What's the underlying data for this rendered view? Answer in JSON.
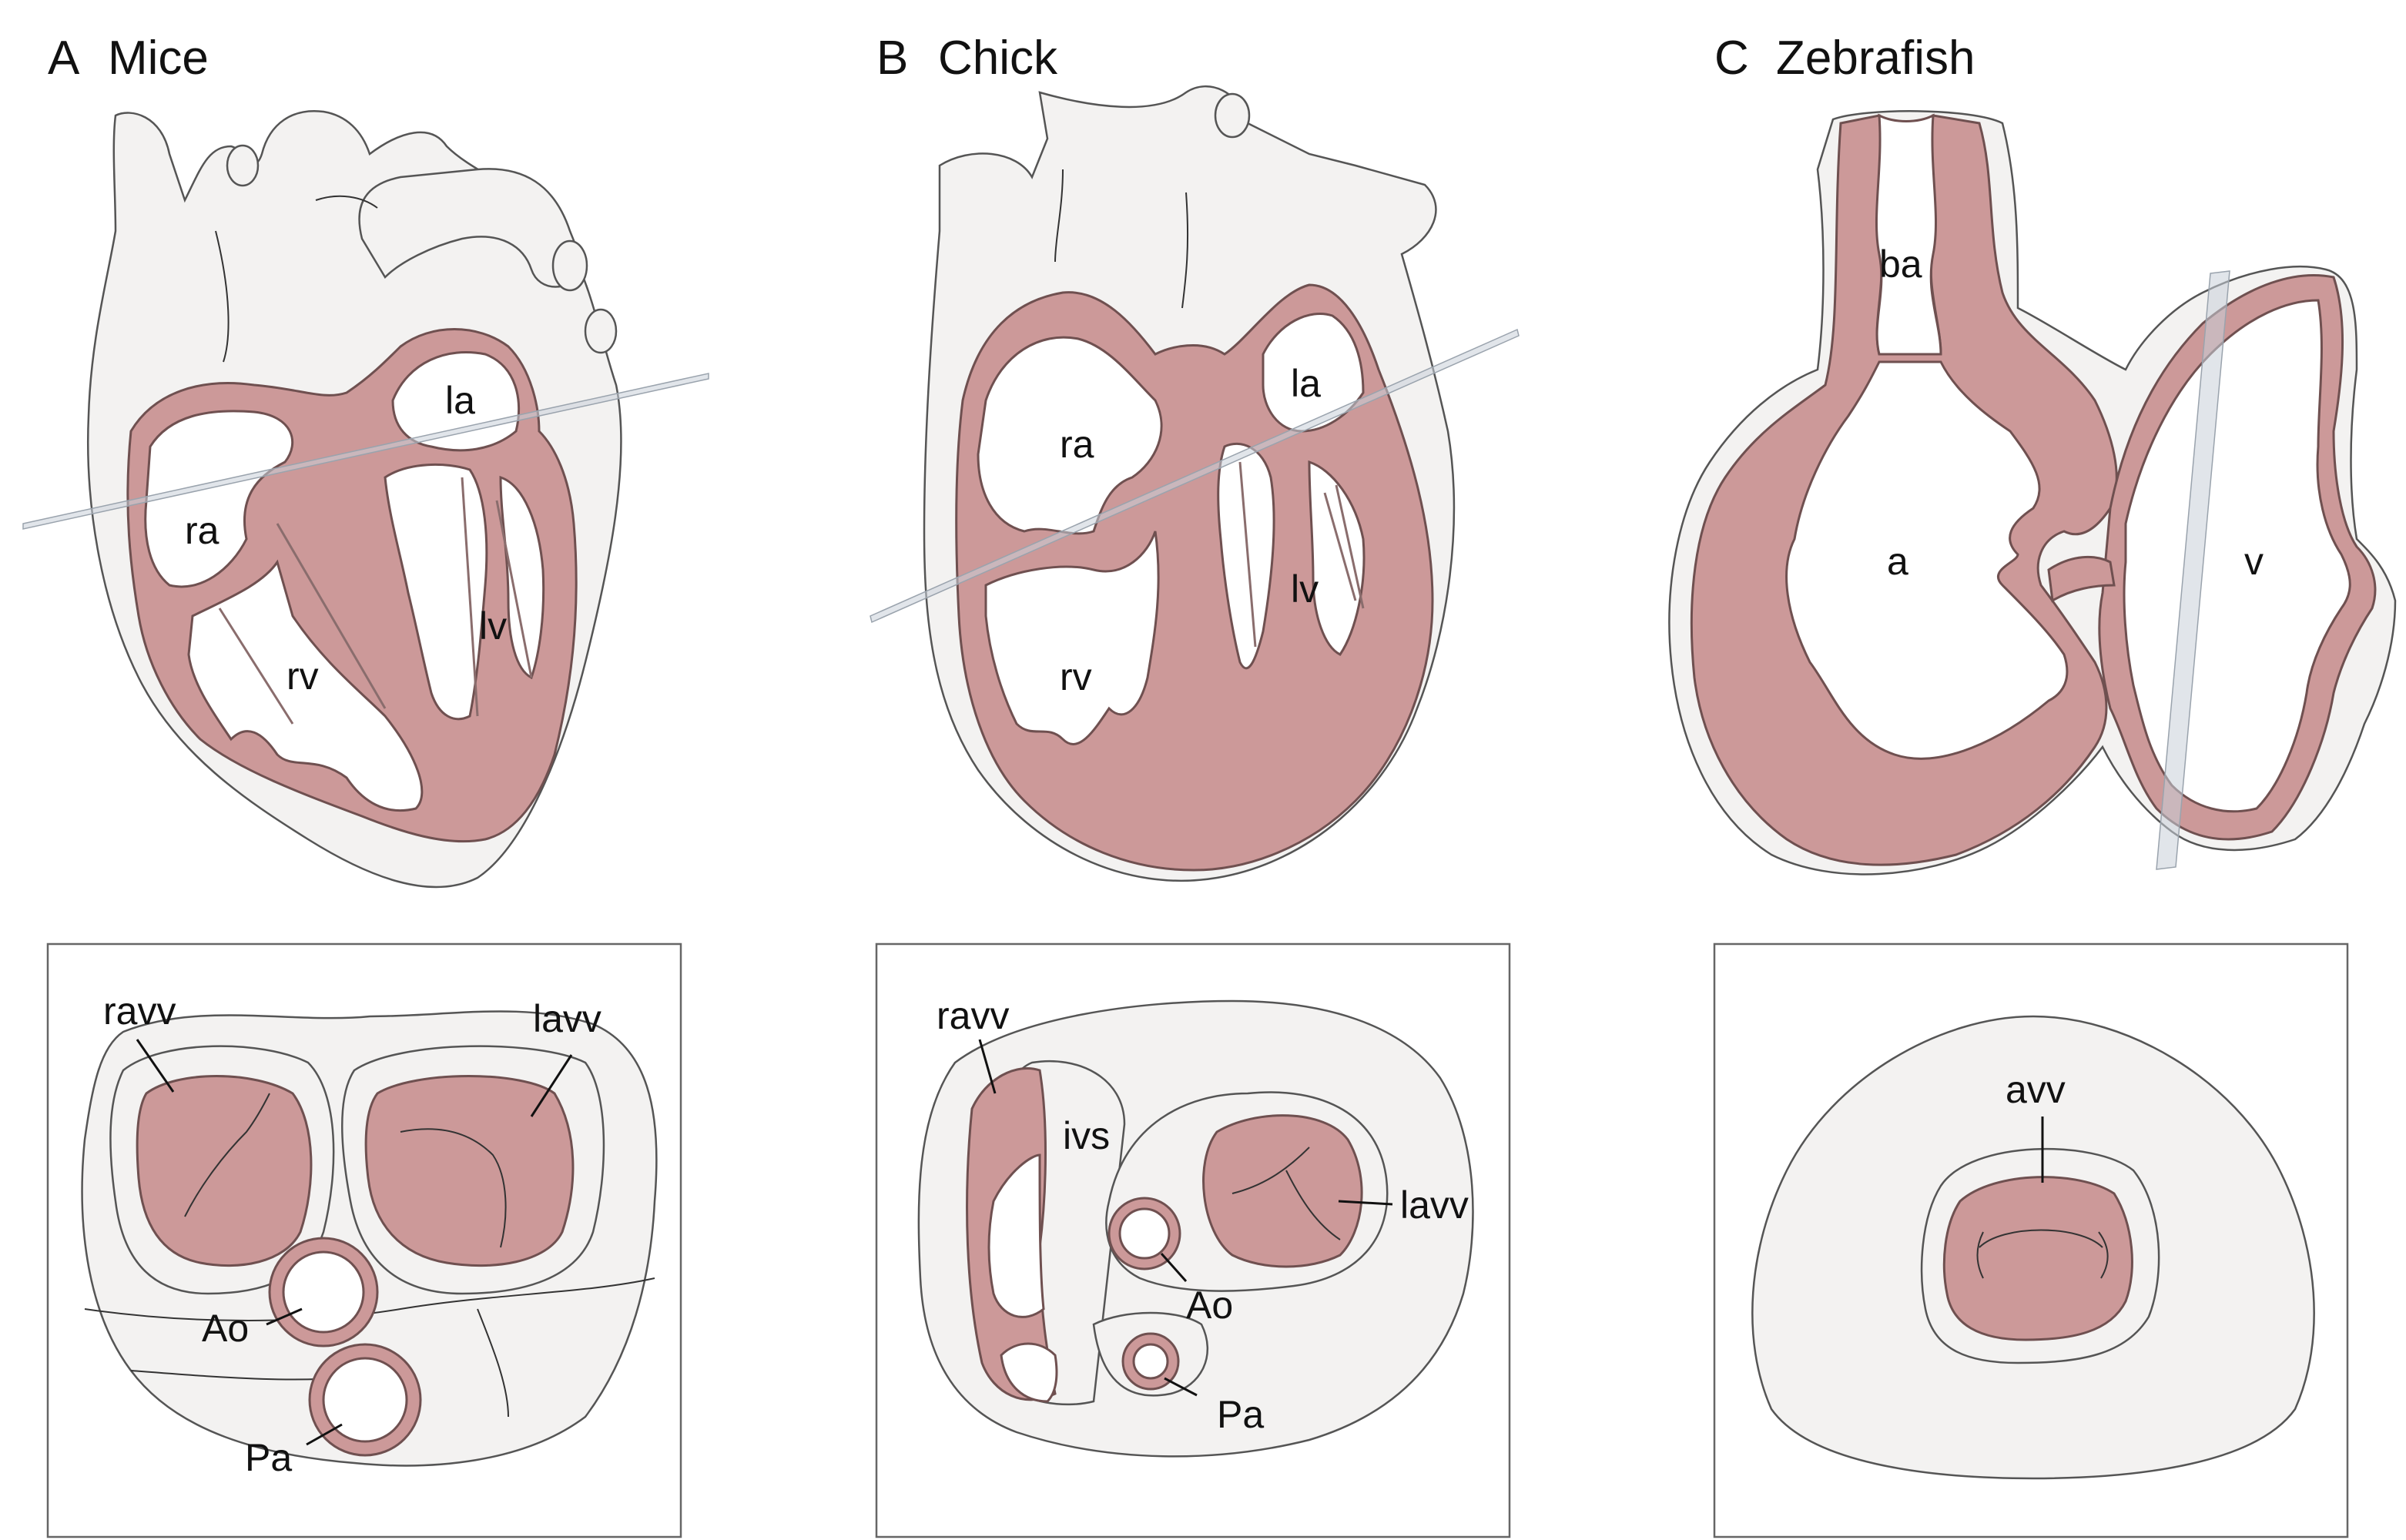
{
  "panels": [
    {
      "letter": "A",
      "species": "Mice"
    },
    {
      "letter": "B",
      "species": "Chick"
    },
    {
      "letter": "C",
      "species": "Zebrafish"
    }
  ],
  "labels": {
    "mice_heart": {
      "la": "la",
      "ra": "ra",
      "rv": "rv",
      "lv": "lv"
    },
    "chick_heart": {
      "la": "la",
      "ra": "ra",
      "rv": "rv",
      "lv": "lv"
    },
    "zebrafish_heart": {
      "ba": "ba",
      "a": "a",
      "v": "v"
    },
    "mice_section": {
      "ravv": "ravv",
      "lavv": "lavv",
      "ao": "Ao",
      "pa": "Pa"
    },
    "chick_section": {
      "ravv": "ravv",
      "ivs": "ivs",
      "lavv": "lavv",
      "ao": "Ao",
      "pa": "Pa"
    },
    "zebrafish_section": {
      "avv": "avv"
    }
  },
  "colors": {
    "tissue": "#cc9999",
    "heart_body": "#f3f2f1",
    "section_plane": "#c8cfd8",
    "outline": "#555555"
  }
}
